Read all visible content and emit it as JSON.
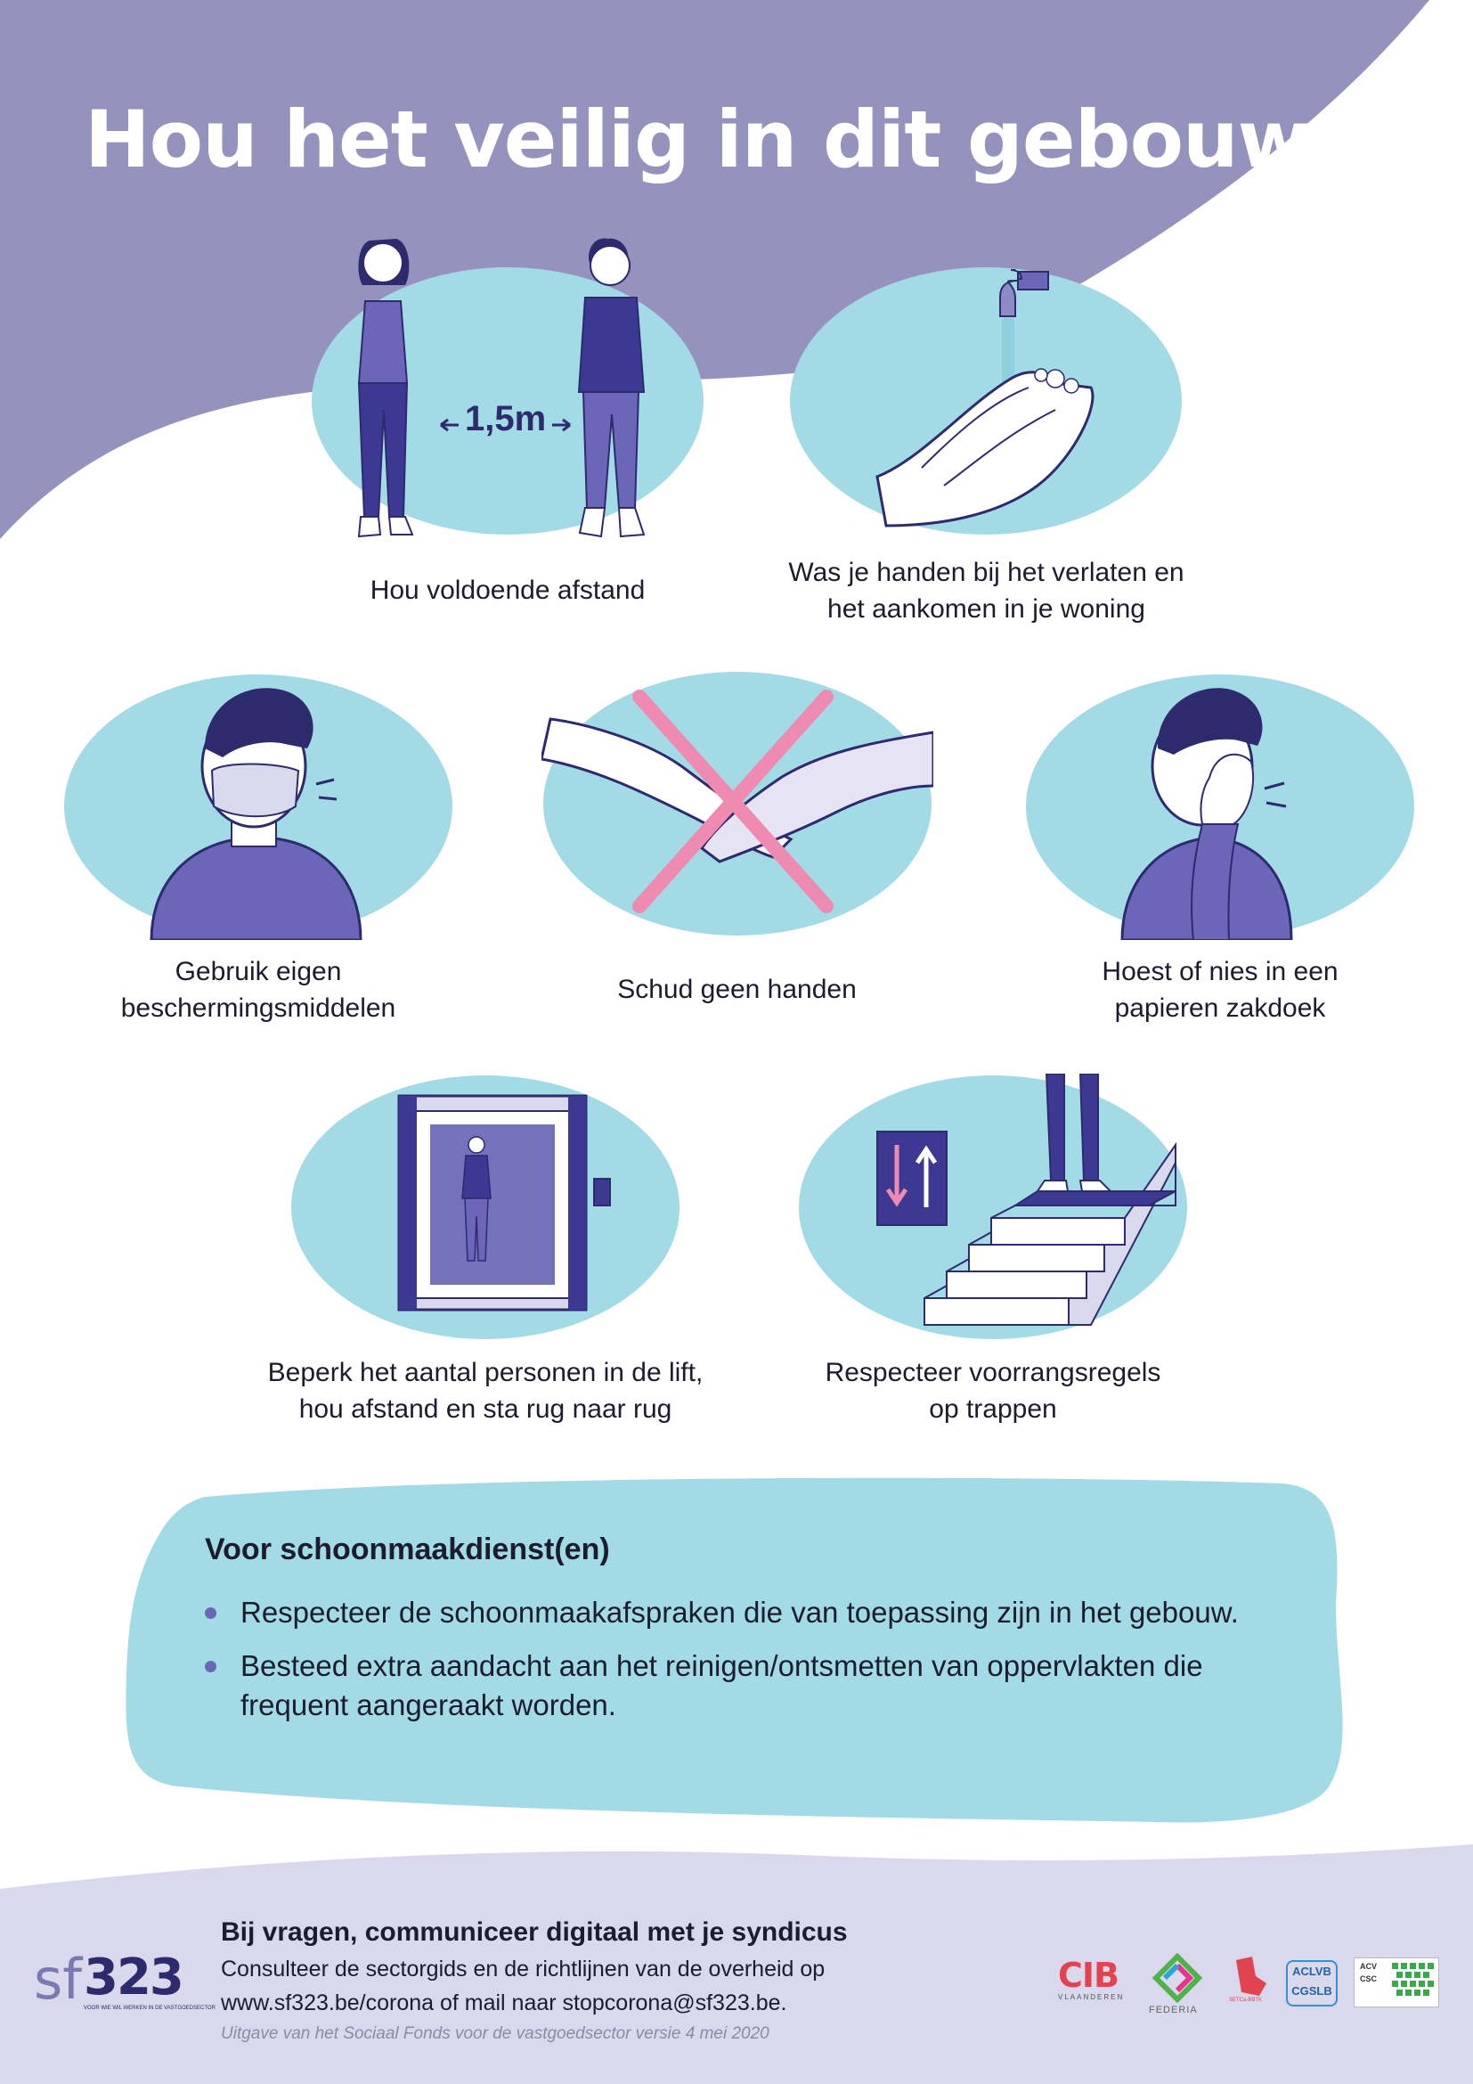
{
  "title": "Hou het veilig in dit gebouw !",
  "colors": {
    "header": "#9593be",
    "ellipse": "#a2dbe6",
    "navy": "#2e2a6e",
    "purple": "#6b66b8",
    "pink": "#ef8bb0",
    "footer": "#d9d8ec"
  },
  "rules": [
    {
      "icon": "distance-icon",
      "label": "1,5m",
      "lines": [
        "Hou voldoende afstand"
      ]
    },
    {
      "icon": "hand-washing-icon",
      "lines": [
        "Was je handen bij het verlaten en",
        "het aankomen in je woning"
      ]
    },
    {
      "icon": "face-mask-icon",
      "lines": [
        "Gebruik eigen",
        "beschermingsmiddelen"
      ]
    },
    {
      "icon": "no-handshake-icon",
      "lines": [
        "Schud geen handen"
      ]
    },
    {
      "icon": "sneeze-tissue-icon",
      "lines": [
        "Hoest of nies in een",
        "papieren zakdoek"
      ]
    },
    {
      "icon": "elevator-icon",
      "lines": [
        "Beperk het aantal personen in de lift,",
        "hou afstand en sta rug naar rug"
      ]
    },
    {
      "icon": "stairs-icon",
      "lines": [
        "Respecteer voorrangsregels",
        "op trappen"
      ]
    }
  ],
  "cleaning": {
    "title": "Voor schoonmaakdienst(en)",
    "items": [
      "Respecteer de schoonmaakafspraken die van toepassing zijn in het gebouw.",
      "Besteed extra aandacht aan het reinigen/ontsmetten van oppervlakten die frequent aangeraakt worden."
    ]
  },
  "footer": {
    "title": "Bij vragen, communiceer digitaal met je syndicus",
    "line1": "Consulteer de sectorgids en de richtlijnen van de overheid op",
    "line2": "www.sf323.be/corona of mail naar stopcorona@sf323.be.",
    "note": "Uitgave van het Sociaal Fonds voor de vastgoedsector versie 4 mei 2020"
  },
  "logos": {
    "sf323": {
      "sf": "sf",
      "num": "323",
      "tagline": "VOOR WIE WIL WERKEN IN DE VASTGOEDSECTOR"
    },
    "cib": {
      "big": "CIB",
      "small": "VLAANDEREN"
    },
    "federia": "FEDERIA",
    "setca": "SETCa-BBTK",
    "aclvb": [
      "ACLVB",
      "CGSLB"
    ],
    "acv": [
      "ACV",
      "CSC"
    ]
  }
}
